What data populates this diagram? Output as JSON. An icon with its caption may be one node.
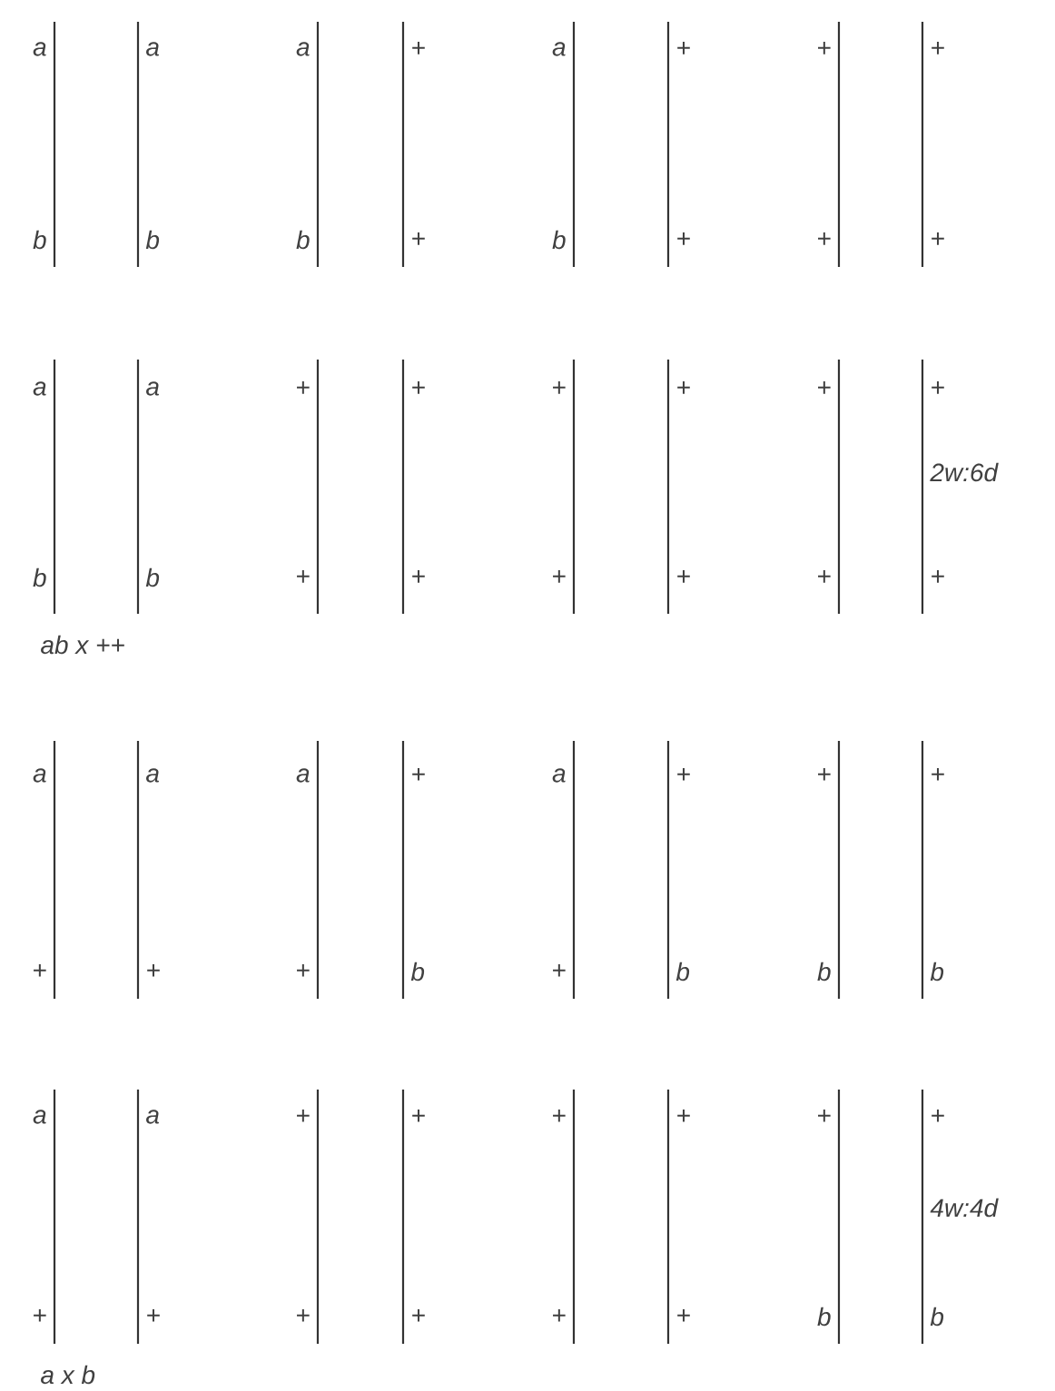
{
  "diagram": {
    "labels": [
      "a",
      "a",
      "a",
      "+",
      "a",
      "+",
      "+",
      "+",
      "b",
      "b",
      "b",
      "+",
      "b",
      "+",
      "+",
      "+",
      "a",
      "a",
      "+",
      "+",
      "+",
      "+",
      "+",
      "+",
      "2w:6d",
      "b",
      "b",
      "+",
      "+",
      "+",
      "+",
      "+",
      "+",
      "ab x ++",
      "a",
      "a",
      "a",
      "+",
      "a",
      "+",
      "+",
      "+",
      "+",
      "+",
      "+",
      "b",
      "+",
      "b",
      "b",
      "b",
      "a",
      "a",
      "+",
      "+",
      "+",
      "+",
      "+",
      "+",
      "4w:4d",
      "+",
      "+",
      "+",
      "+",
      "+",
      "+",
      "b",
      "b",
      "a x b"
    ]
  }
}
